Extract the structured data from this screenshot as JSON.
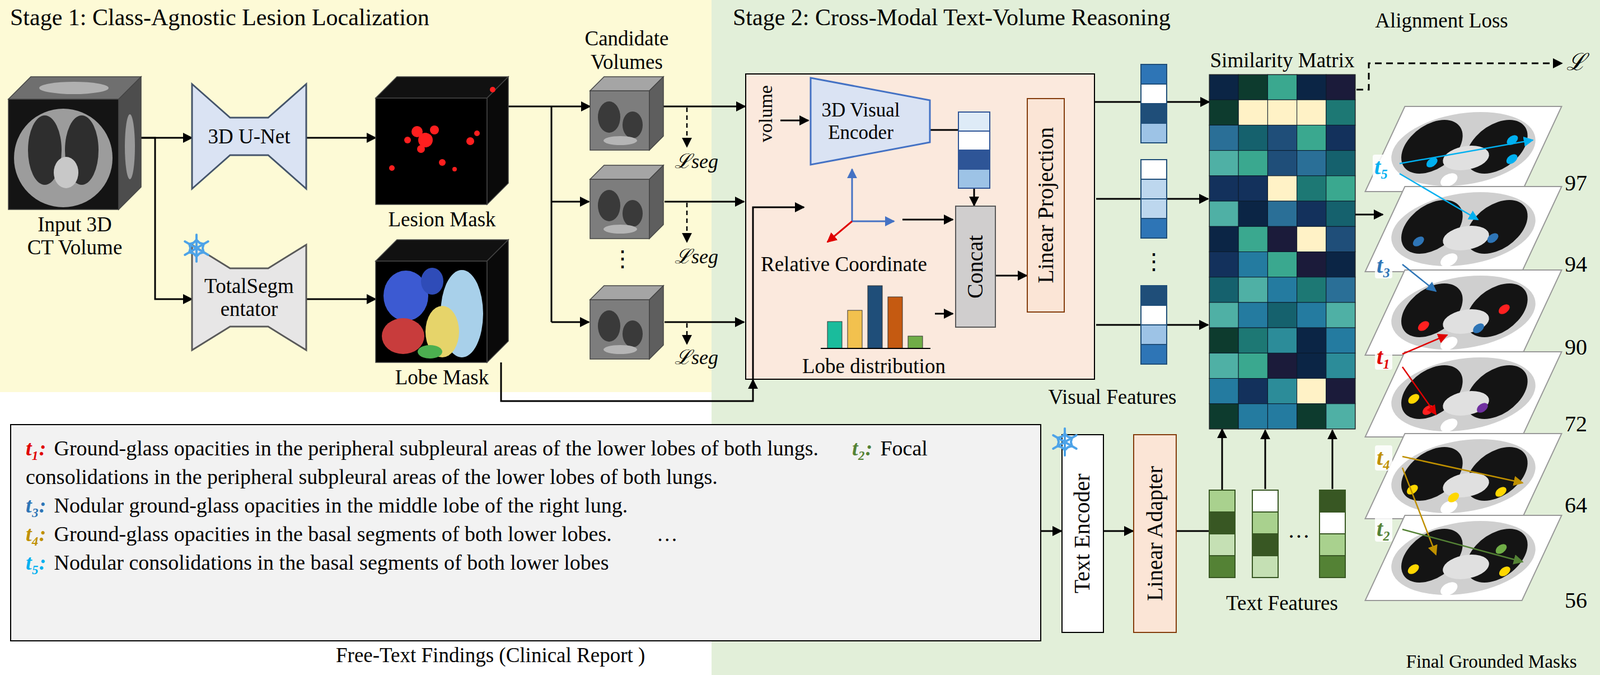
{
  "diagram": {
    "nodes": [
      {
        "text": [
          "Stage 1: Class-Agnostic Lesion Localization"
        ]
      },
      {
        "text": [
          "Input 3D CT Volume"
        ],
        "in": 0
      },
      {
        "text": [
          "3D U-Net"
        ],
        "in": 0
      },
      {
        "text": [
          "TotalSegm entator"
        ],
        "in": 0
      },
      {
        "text": [
          "Lesion Mask"
        ],
        "in": 0
      },
      {
        "text": [
          "Lobe Mask"
        ],
        "in": 0
      },
      {
        "text": [
          "Candidate Volumes"
        ],
        "in": 0
      },
      {
        "text": [
          "Stage 2: Cross-Modal Text-Volume Reasoning"
        ]
      },
      {
        "text": [
          "volume",
          "Relative Coordinate",
          "Lobe distribution"
        ],
        "in": 7
      },
      {
        "text": [
          "3D Visual Encoder"
        ],
        "in": 8
      },
      {
        "text": [
          "Concat"
        ],
        "in": 8
      },
      {
        "text": [
          "Linear Projection"
        ],
        "in": 8
      },
      {
        "text": [
          "Similarity Matrix"
        ],
        "in": 7
      },
      {
        "text": [
          "Text Encoder"
        ],
        "in": 7
      },
      {
        "text": [
          "Linear Adapter"
        ],
        "in": 7
      },
      {
        "text": [
          "Final Grounded Masks"
        ],
        "in": 7
      },
      {
        "text": [
          "t₁:",
          "Ground-glass opacities in the peripheral subpleural areas of the lower lobes of both lungs.",
          "t₂:",
          "Focal consolidations in the peripheral subpleural areas of the lower lobes of both lungs.",
          "t₃:",
          "Nodular ground-glass opacities in the middle lobe of the right lung.",
          "t₄:",
          "Ground-glass opacities in the basal segments of both lower lobes.",
          "t₅:",
          "Nodular consolidations in the basal segments of both lower lobes",
          "…",
          "Free-Text Findings (Clinical Report )"
        ]
      }
    ],
    "edges": [
      {
        "from": 1,
        "to": 2,
        "arrow": "to"
      },
      {
        "from": 1,
        "to": 3,
        "arrow": "to"
      },
      {
        "from": 2,
        "to": 4,
        "arrow": "to"
      },
      {
        "from": 3,
        "to": 5,
        "arrow": "to"
      },
      {
        "from": 4,
        "to": 6,
        "arrow": "to"
      },
      {
        "from": 6,
        "to": 8,
        "arrow": "to"
      },
      {
        "from": 5,
        "to": 8,
        "arrow": "to"
      },
      {
        "from": 9,
        "to": 10,
        "arrow": "to"
      },
      {
        "from": 10,
        "to": 11,
        "arrow": "to"
      },
      {
        "from": 8,
        "to": 12,
        "arrow": "to"
      },
      {
        "from": 16,
        "to": 13,
        "arrow": "to"
      },
      {
        "from": 13,
        "to": 14,
        "arrow": "to"
      },
      {
        "from": 14,
        "to": 12,
        "arrow": "to"
      },
      {
        "from": 12,
        "to": 15,
        "arrow": "to"
      }
    ],
    "labels": [
      "ℒseg",
      "ℒseg",
      "ℒseg",
      "⋮",
      "⋮",
      "Visual Features",
      "Alignment Loss",
      "ℒ",
      "Text Features",
      "…",
      "t₅",
      "t₃",
      "t₁",
      "t₄",
      "t₂",
      "97",
      "94",
      "90",
      "72",
      "64",
      "56"
    ]
  }
}
